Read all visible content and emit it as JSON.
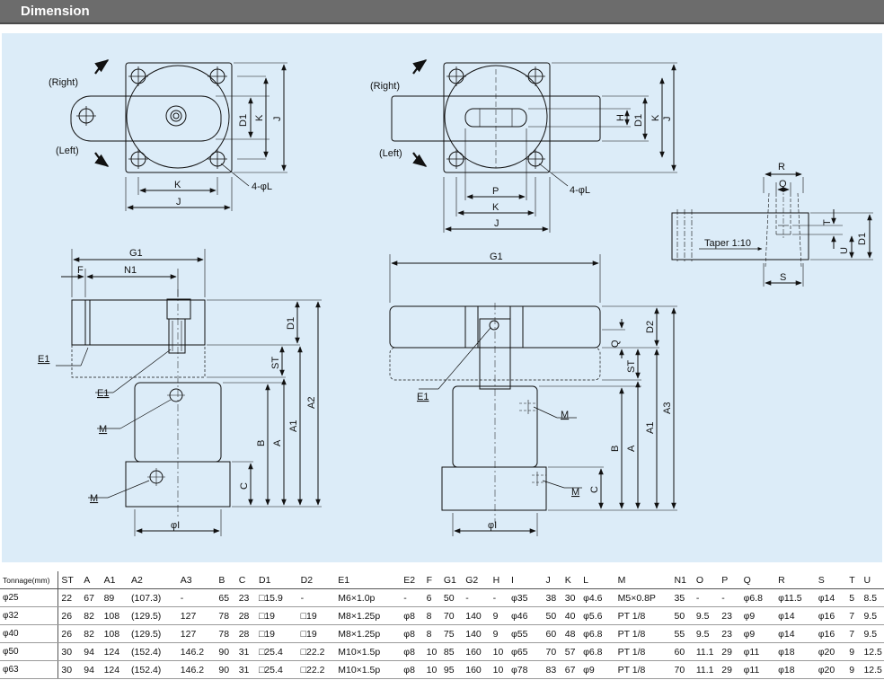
{
  "header": {
    "title": "Dimension"
  },
  "colors": {
    "header_bg": "#6c6c6c",
    "diagram_bg": "#dcecf8",
    "line": "#111111"
  },
  "top_left_view": {
    "right": "(Right)",
    "left": "(Left)",
    "d1": "D1",
    "k_v": "K",
    "j_v": "J",
    "k_h": "K",
    "j_h": "J",
    "holes": "4-φL"
  },
  "top_right_view": {
    "right": "(Right)",
    "left": "(Left)",
    "h": "H",
    "d1": "D1",
    "k_v": "K",
    "j_v": "J",
    "p": "P",
    "k_h": "K",
    "j_h": "J",
    "holes": "4-φL"
  },
  "taper_view": {
    "r": "R",
    "q": "Q",
    "t": "T",
    "u": "U",
    "d1": "D1",
    "s": "S",
    "taper": "Taper 1:10"
  },
  "front_left_view": {
    "g1": "G1",
    "f": "F",
    "n1": "N1",
    "d1": "D1",
    "st": "ST",
    "b": "B",
    "a": "A",
    "a1": "A1",
    "a2": "A2",
    "c": "C",
    "e1a": "E1",
    "e1b": "E1",
    "m1": "M",
    "m2": "M",
    "phi_i": "φI"
  },
  "front_right_view": {
    "g1": "G1",
    "d2": "D2",
    "q": "Q",
    "st": "ST",
    "b": "B",
    "a": "A",
    "a1": "A1",
    "a3": "A3",
    "c": "C",
    "e1": "E1",
    "m1": "M",
    "m2": "M",
    "phi_i": "φI"
  },
  "table": {
    "headers": [
      "Tonnage(mm)",
      "ST",
      "A",
      "A1",
      "A2",
      "A3",
      "B",
      "C",
      "D1",
      "D2",
      "E1",
      "E2",
      "F",
      "G1",
      "G2",
      "H",
      "I",
      "J",
      "K",
      "L",
      "M",
      "N1",
      "O",
      "P",
      "Q",
      "R",
      "S",
      "T",
      "U"
    ],
    "rows": [
      [
        "φ25",
        "22",
        "67",
        "89",
        "(107.3)",
        "-",
        "65",
        "23",
        "□15.9",
        "-",
        "M6×1.0p",
        "-",
        "6",
        "50",
        "-",
        "-",
        "φ35",
        "38",
        "30",
        "φ4.6",
        "M5×0.8P",
        "35",
        "-",
        "-",
        "φ6.8",
        "φ11.5",
        "φ14",
        "5",
        "8.5"
      ],
      [
        "φ32",
        "26",
        "82",
        "108",
        "(129.5)",
        "127",
        "78",
        "28",
        "□19",
        "□19",
        "M8×1.25p",
        "φ8",
        "8",
        "70",
        "140",
        "9",
        "φ46",
        "50",
        "40",
        "φ5.6",
        "PT 1/8",
        "50",
        "9.5",
        "23",
        "φ9",
        "φ14",
        "φ16",
        "7",
        "9.5"
      ],
      [
        "φ40",
        "26",
        "82",
        "108",
        "(129.5)",
        "127",
        "78",
        "28",
        "□19",
        "□19",
        "M8×1.25p",
        "φ8",
        "8",
        "75",
        "140",
        "9",
        "φ55",
        "60",
        "48",
        "φ6.8",
        "PT 1/8",
        "55",
        "9.5",
        "23",
        "φ9",
        "φ14",
        "φ16",
        "7",
        "9.5"
      ],
      [
        "φ50",
        "30",
        "94",
        "124",
        "(152.4)",
        "146.2",
        "90",
        "31",
        "□25.4",
        "□22.2",
        "M10×1.5p",
        "φ8",
        "10",
        "85",
        "160",
        "10",
        "φ65",
        "70",
        "57",
        "φ6.8",
        "PT 1/8",
        "60",
        "11.1",
        "29",
        "φ11",
        "φ18",
        "φ20",
        "9",
        "12.5"
      ],
      [
        "φ63",
        "30",
        "94",
        "124",
        "(152.4)",
        "146.2",
        "90",
        "31",
        "□25.4",
        "□22.2",
        "M10×1.5p",
        "φ8",
        "10",
        "95",
        "160",
        "10",
        "φ78",
        "83",
        "67",
        "φ9",
        "PT 1/8",
        "70",
        "11.1",
        "29",
        "φ11",
        "φ18",
        "φ20",
        "9",
        "12.5"
      ]
    ]
  }
}
